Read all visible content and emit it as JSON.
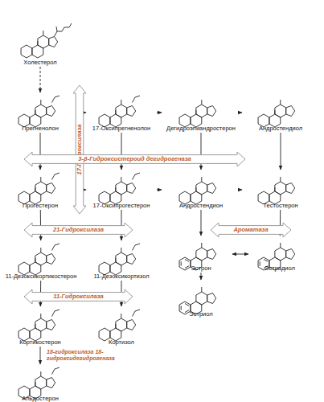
{
  "diagram": {
    "nodes": [
      {
        "text": [
          "Холестерол"
        ]
      },
      {
        "text": [
          "Прегненолон"
        ]
      },
      {
        "text": [
          "17-Оксипрегненолон"
        ]
      },
      {
        "text": [
          "Дегидроэпиандростерон"
        ]
      },
      {
        "text": [
          "Андростендиол"
        ]
      },
      {
        "text": [
          "Прогестерон"
        ]
      },
      {
        "text": [
          "17-Оксипрогестерон"
        ]
      },
      {
        "text": [
          "Андростендион"
        ]
      },
      {
        "text": [
          "Тестостерон"
        ]
      },
      {
        "text": [
          "11-Дезоксикортикостерон"
        ]
      },
      {
        "text": [
          "11-Дезоксикортизол"
        ]
      },
      {
        "text": [
          "Эстрон"
        ]
      },
      {
        "text": [
          "Эстрадиол"
        ]
      },
      {
        "text": [
          "Кортикостерон"
        ]
      },
      {
        "text": [
          "Кортизол"
        ]
      },
      {
        "text": [
          "Эстриол"
        ]
      },
      {
        "text": [
          "Альдостерон"
        ]
      },
      {
        "text": [
          "17-Гидроксилаза"
        ]
      },
      {
        "text": [
          "3-β-Гидроксистероид дегидрогеназа"
        ]
      },
      {
        "text": [
          "21-Гидроксилаза"
        ]
      },
      {
        "text": [
          "Ароматаза"
        ]
      },
      {
        "text": [
          "11-Гидроксилаза"
        ]
      }
    ],
    "edges": [
      {
        "from": 0,
        "to": 1,
        "arrow": "to"
      },
      {
        "from": 1,
        "to": 2,
        "arrow": "to"
      },
      {
        "from": 2,
        "to": 3,
        "arrow": "to"
      },
      {
        "from": 3,
        "to": 4,
        "arrow": "to"
      },
      {
        "from": 1,
        "to": 5,
        "arrow": "to"
      },
      {
        "from": 2,
        "to": 6,
        "arrow": "to"
      },
      {
        "from": 3,
        "to": 7,
        "arrow": "to"
      },
      {
        "from": 4,
        "to": 8,
        "arrow": "to"
      },
      {
        "from": 5,
        "to": 6,
        "arrow": "to"
      },
      {
        "from": 6,
        "to": 7,
        "arrow": "to"
      },
      {
        "from": 7,
        "to": 8,
        "arrow": "to"
      },
      {
        "from": 5,
        "to": 9,
        "arrow": "to"
      },
      {
        "from": 6,
        "to": 10,
        "arrow": "to"
      },
      {
        "from": 7,
        "to": 11,
        "arrow": "to"
      },
      {
        "from": 8,
        "to": 12,
        "arrow": "to"
      },
      {
        "from": 11,
        "to": 12,
        "arrow": "both"
      },
      {
        "from": 9,
        "to": 13,
        "arrow": "to"
      },
      {
        "from": 10,
        "to": 14,
        "arrow": "to"
      },
      {
        "from": 11,
        "to": 15,
        "arrow": "to"
      },
      {
        "from": 13,
        "to": 16,
        "label": "18-гидроксилаза 18-гидроксидегидрогеназа",
        "arrow": "to"
      }
    ]
  }
}
